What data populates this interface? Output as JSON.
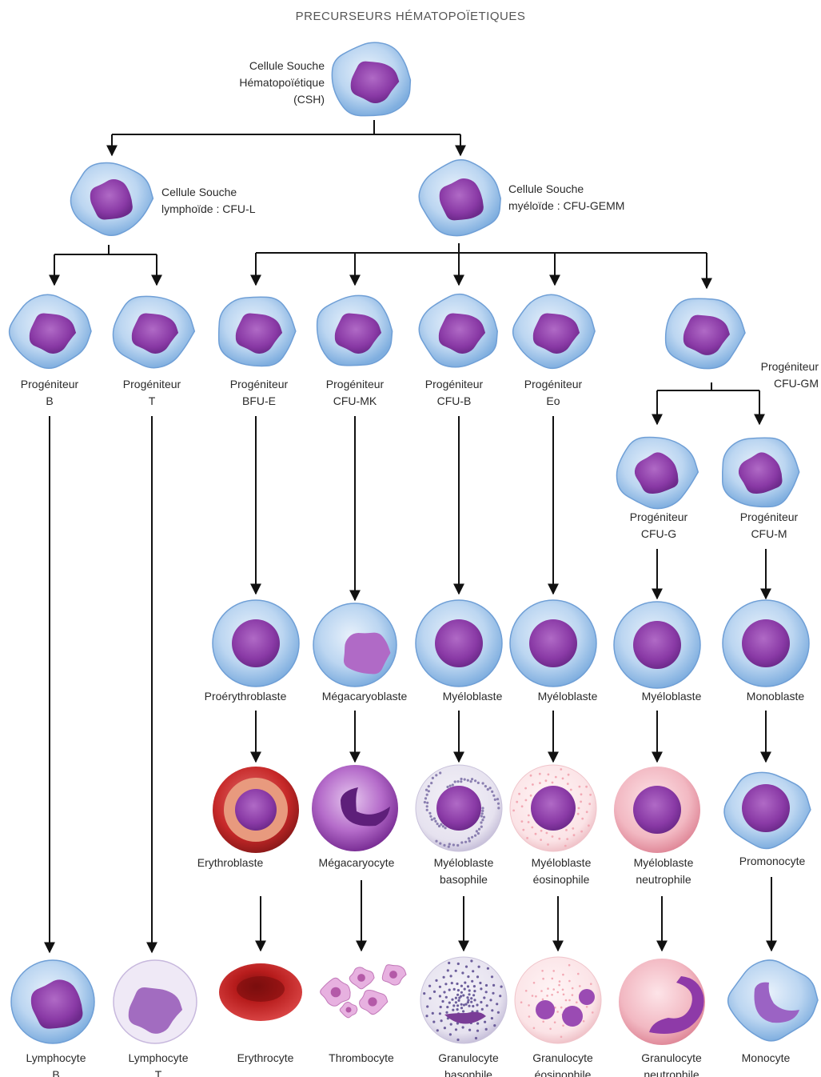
{
  "title": "PRECURSEURS HÉMATOPOÏETIQUES",
  "labels": {
    "csh": [
      "Cellule Souche",
      "Hématopoïétique",
      "(CSH)"
    ],
    "cfu_l": [
      "Cellule Souche",
      "lymphoïde : CFU-L"
    ],
    "cfu_gemm": [
      "Cellule Souche",
      "myéloïde : CFU-GEMM"
    ],
    "prog_b": [
      "Progéniteur",
      "B"
    ],
    "prog_t": [
      "Progéniteur",
      "T"
    ],
    "prog_bfue": [
      "Progéniteur",
      "BFU-E"
    ],
    "prog_cfumk": [
      "Progéniteur",
      "CFU-MK"
    ],
    "prog_cfub": [
      "Progéniteur",
      "CFU-B"
    ],
    "prog_eo": [
      "Progéniteur",
      "Eo"
    ],
    "prog_cfugm": [
      "Progéniteur",
      "CFU-GM"
    ],
    "prog_cfug": [
      "Progéniteur",
      "CFU-G"
    ],
    "prog_cfum": [
      "Progéniteur",
      "CFU-M"
    ],
    "proerythroblaste": [
      "Proérythroblaste"
    ],
    "megacaryoblaste": [
      "Mégacaryoblaste"
    ],
    "myeloblaste_1": [
      "Myéloblaste"
    ],
    "myeloblaste_2": [
      "Myéloblaste"
    ],
    "myeloblaste_3": [
      "Myéloblaste"
    ],
    "monoblaste": [
      "Monoblaste"
    ],
    "erythroblaste": [
      "Erythroblaste"
    ],
    "megacaryocyte": [
      "Mégacaryocyte"
    ],
    "myelo_baso": [
      "Myéloblaste",
      "basophile"
    ],
    "myelo_eosino": [
      "Myéloblaste",
      "éosinophile"
    ],
    "myelo_neutro": [
      "Myéloblaste",
      "neutrophile"
    ],
    "promonocyte": [
      "Promonocyte"
    ],
    "lympho_b": [
      "Lymphocyte",
      "B"
    ],
    "lympho_t": [
      "Lymphocyte",
      "T"
    ],
    "erythrocyte": [
      "Erythrocyte"
    ],
    "thrombocyte": [
      "Thrombocyte"
    ],
    "granulo_baso": [
      "Granulocyte",
      "basophile"
    ],
    "granulo_eosino": [
      "Granulocyte",
      "éosinophile"
    ],
    "granulo_neutro": [
      "Granulocyte",
      "neutrophile"
    ],
    "monocyte": [
      "Monocyte"
    ]
  },
  "colors": {
    "membrane": "#a9c9ec",
    "membrane_edge": "#6f9fd6",
    "nucleus": "#8a3aa6",
    "nucleus_light": "#b06ac6",
    "arrow": "#111111",
    "erythro_red": "#c62828",
    "pink_cell": "#f2b8c2",
    "eo_pink": "#fbe3e6",
    "baso_grey": "#e6e2ef"
  }
}
